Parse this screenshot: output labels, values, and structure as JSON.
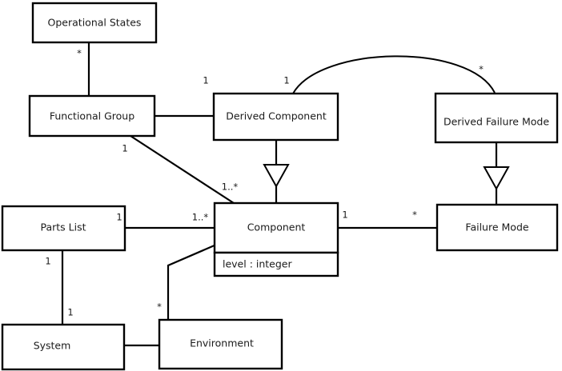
{
  "diagram": {
    "type": "uml-class-diagram",
    "background_color": "#ffffff",
    "line_color": "#000000",
    "text_color": "#1a1a1a",
    "classes": [
      {
        "id": "operational-states",
        "name": "Operational States",
        "attributes": []
      },
      {
        "id": "functional-group",
        "name": "Functional Group",
        "attributes": []
      },
      {
        "id": "derived-component",
        "name": "Derived Component",
        "attributes": []
      },
      {
        "id": "derived-failure-mode",
        "name": "Derived Failure Mode",
        "attributes": []
      },
      {
        "id": "parts-list",
        "name": "Parts List",
        "attributes": []
      },
      {
        "id": "component",
        "name": "Component",
        "attributes": [
          "level : integer"
        ]
      },
      {
        "id": "failure-mode",
        "name": "Failure Mode",
        "attributes": []
      },
      {
        "id": "system",
        "name": "System",
        "attributes": []
      },
      {
        "id": "environment",
        "name": "Environment",
        "attributes": []
      }
    ],
    "attributes": {
      "component_level": "level : integer"
    },
    "multiplicities": {
      "operational_states_to_functional_group": "*",
      "functional_group_to_derived_component": "1",
      "functional_group_to_component": "1",
      "functional_group_component_far": "1..*",
      "parts_list_to_component_near": "1",
      "parts_list_to_component_far": "1..*",
      "parts_list_to_system_near": "1",
      "parts_list_to_system_far": "1",
      "component_to_failure_mode_near": "1",
      "component_to_failure_mode_far": "*",
      "derived_component_arc": "1",
      "derived_failure_mode_arc": "*",
      "environment_to_component": "*"
    },
    "relationships": [
      {
        "from": "Operational States",
        "to": "Functional Group",
        "kind": "association",
        "from_mult": "*",
        "to_mult": ""
      },
      {
        "from": "Functional Group",
        "to": "Derived Component",
        "kind": "association",
        "from_mult": "",
        "to_mult": "1"
      },
      {
        "from": "Functional Group",
        "to": "Component",
        "kind": "association",
        "from_mult": "1",
        "to_mult": "1..*"
      },
      {
        "from": "Parts List",
        "to": "Component",
        "kind": "association",
        "from_mult": "1",
        "to_mult": "1..*"
      },
      {
        "from": "Parts List",
        "to": "System",
        "kind": "association",
        "from_mult": "1",
        "to_mult": "1"
      },
      {
        "from": "System",
        "to": "Environment",
        "kind": "association",
        "from_mult": "",
        "to_mult": ""
      },
      {
        "from": "Environment",
        "to": "Component",
        "kind": "association",
        "from_mult": "*",
        "to_mult": ""
      },
      {
        "from": "Component",
        "to": "Failure Mode",
        "kind": "association",
        "from_mult": "1",
        "to_mult": "*"
      },
      {
        "from": "Derived Component",
        "to": "Derived Failure Mode",
        "kind": "association-arc",
        "from_mult": "1",
        "to_mult": "*"
      },
      {
        "from": "Derived Component",
        "to": "Component",
        "kind": "generalization",
        "from_mult": "",
        "to_mult": ""
      },
      {
        "from": "Derived Failure Mode",
        "to": "Failure Mode",
        "kind": "generalization",
        "from_mult": "",
        "to_mult": ""
      }
    ]
  }
}
